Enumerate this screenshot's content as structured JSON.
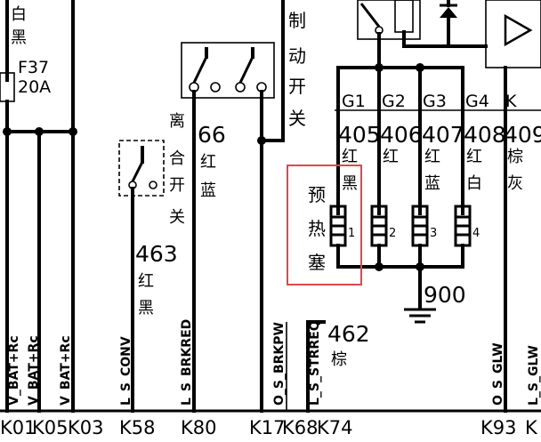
{
  "fuse": {
    "id": "F37",
    "rating": "20A"
  },
  "top_left_color": [
    "白",
    "黑"
  ],
  "brake_switch": [
    "制",
    "动",
    "开",
    "关"
  ],
  "clutch_switch": [
    "离",
    "合",
    "开",
    "关"
  ],
  "wire_66": {
    "number": "66",
    "color": [
      "红",
      "蓝"
    ]
  },
  "wire_463": {
    "number": "463",
    "color": [
      "红",
      "黑"
    ]
  },
  "wire_462": {
    "number": "462",
    "color": "棕"
  },
  "glow_header": [
    "G1",
    "G2",
    "G3",
    "G4",
    "K"
  ],
  "glow_wires": [
    {
      "number": "405",
      "color": [
        "红",
        "黑"
      ]
    },
    {
      "number": "406",
      "color": [
        "红"
      ]
    },
    {
      "number": "407",
      "color": [
        "红",
        "蓝"
      ]
    },
    {
      "number": "408",
      "color": [
        "红",
        "白"
      ]
    },
    {
      "number": "409",
      "color": [
        "棕",
        "灰"
      ]
    }
  ],
  "glow_plug_label": [
    "预",
    "热",
    "塞"
  ],
  "plug_pins": [
    "1",
    "2",
    "3",
    "4"
  ],
  "ground_wire": "900",
  "vertical_labels": [
    "V_BAT+Rc",
    "V_BAT+Rc",
    "V_BAT+Rc",
    "L_S_CONV",
    "L_S_BRKRED",
    "O_S_BRKPW",
    "L_S_STRREQ",
    "O_S_GLW",
    "L_S_GLW"
  ],
  "bottom_pins": [
    "K01",
    "K05",
    "K03",
    "K58",
    "K80",
    "K17",
    "K68",
    "K74",
    "K93",
    "K"
  ],
  "highlight_color": "#e0474c"
}
